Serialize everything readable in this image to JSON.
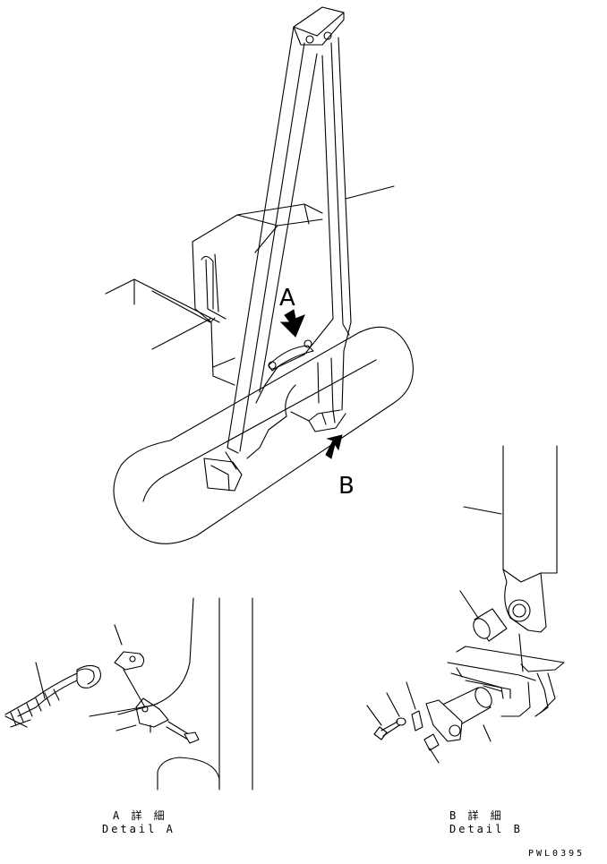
{
  "callouts": {
    "a": "A",
    "b": "B"
  },
  "captions": {
    "detail_a_jp": "A 詳 細",
    "detail_a_en": "Detail A",
    "detail_b_jp": "B 詳 細",
    "detail_b_en": "Detail B"
  },
  "drawing_code": "PWL0395"
}
